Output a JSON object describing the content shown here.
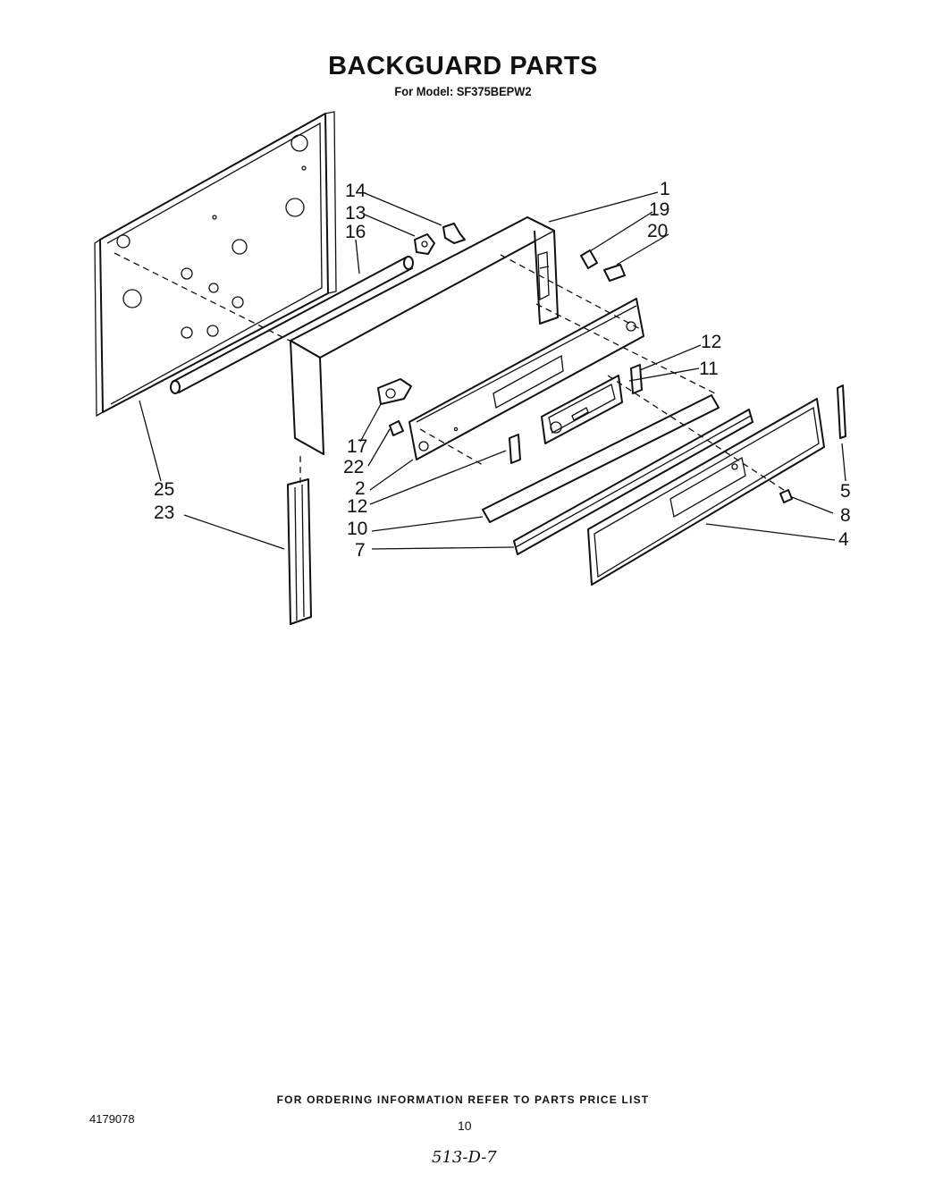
{
  "header": {
    "title": "BACKGUARD PARTS",
    "subtitle": "For Model: SF375BEPW2"
  },
  "callouts": {
    "c1": "1",
    "c19": "19",
    "c20": "20",
    "c14": "14",
    "c13": "13",
    "c16": "16",
    "c12a": "12",
    "c11": "11",
    "c17": "17",
    "c22": "22",
    "c2": "2",
    "c12b": "12",
    "c10": "10",
    "c7": "7",
    "c25": "25",
    "c23": "23",
    "c5": "5",
    "c8": "8",
    "c4": "4"
  },
  "footer": {
    "ordering_note": "FOR ORDERING INFORMATION REFER TO PARTS PRICE LIST",
    "doc_number": "4179078",
    "page_number": "10",
    "handwritten_note": "513-D-7"
  }
}
